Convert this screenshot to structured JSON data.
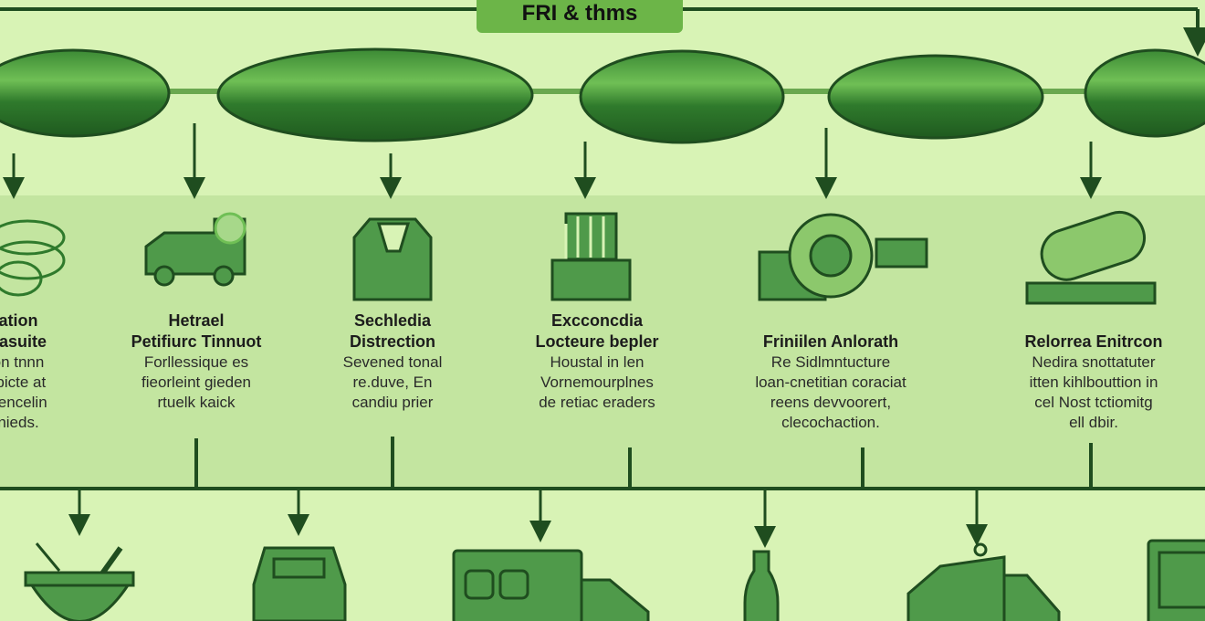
{
  "header": {
    "title": "FRI & thms"
  },
  "colors": {
    "background": "#d8f3b5",
    "band": "#c3e5a0",
    "dark_green": "#1f4d1f",
    "icon_green": "#4f9a4a",
    "title_box": "#6cb548"
  },
  "steps": [
    {
      "title": [
        "ation",
        "l asuite"
      ],
      "desc": [
        "on tnnn",
        "rpicte at",
        "pencelin",
        "nieds."
      ],
      "icon": "lettuce-icon"
    },
    {
      "title": [
        "Hetrael",
        "Petifiurc Tinnuot"
      ],
      "desc": [
        "Forllessique es",
        "fieorleint gieden",
        "rtuelk kaick"
      ],
      "icon": "delivery-van-icon"
    },
    {
      "title": [
        "Sechledia",
        "Distrection"
      ],
      "desc": [
        "Sevened tonal",
        "re.duve, En",
        "candiu prier"
      ],
      "icon": "bag-icon"
    },
    {
      "title": [
        "Excconcdia",
        "Locteure bepler"
      ],
      "desc": [
        "Houstal in len",
        "Vornemourplnes",
        "de retiac eraders"
      ],
      "icon": "crate-icon"
    },
    {
      "title": [
        "Friniilen Anlorath"
      ],
      "desc": [
        "Re Sidlmntucture",
        "loan-cnetitian coraciat",
        "reens devvoorert,",
        "clecochaction."
      ],
      "icon": "processing-machine-icon"
    },
    {
      "title": [
        "Relorrea Enitrcon"
      ],
      "desc": [
        "Nedira snottatuter",
        "itten kihlbouttion in",
        "cel Nost tctiomitg",
        "ell dbir."
      ],
      "icon": "pickle-tray-icon"
    }
  ],
  "bottom_icons": [
    "mortar-pestle-icon",
    "bin-icon",
    "truck-icon",
    "bottle-icon",
    "store-truck-icon",
    "monitor-icon"
  ]
}
